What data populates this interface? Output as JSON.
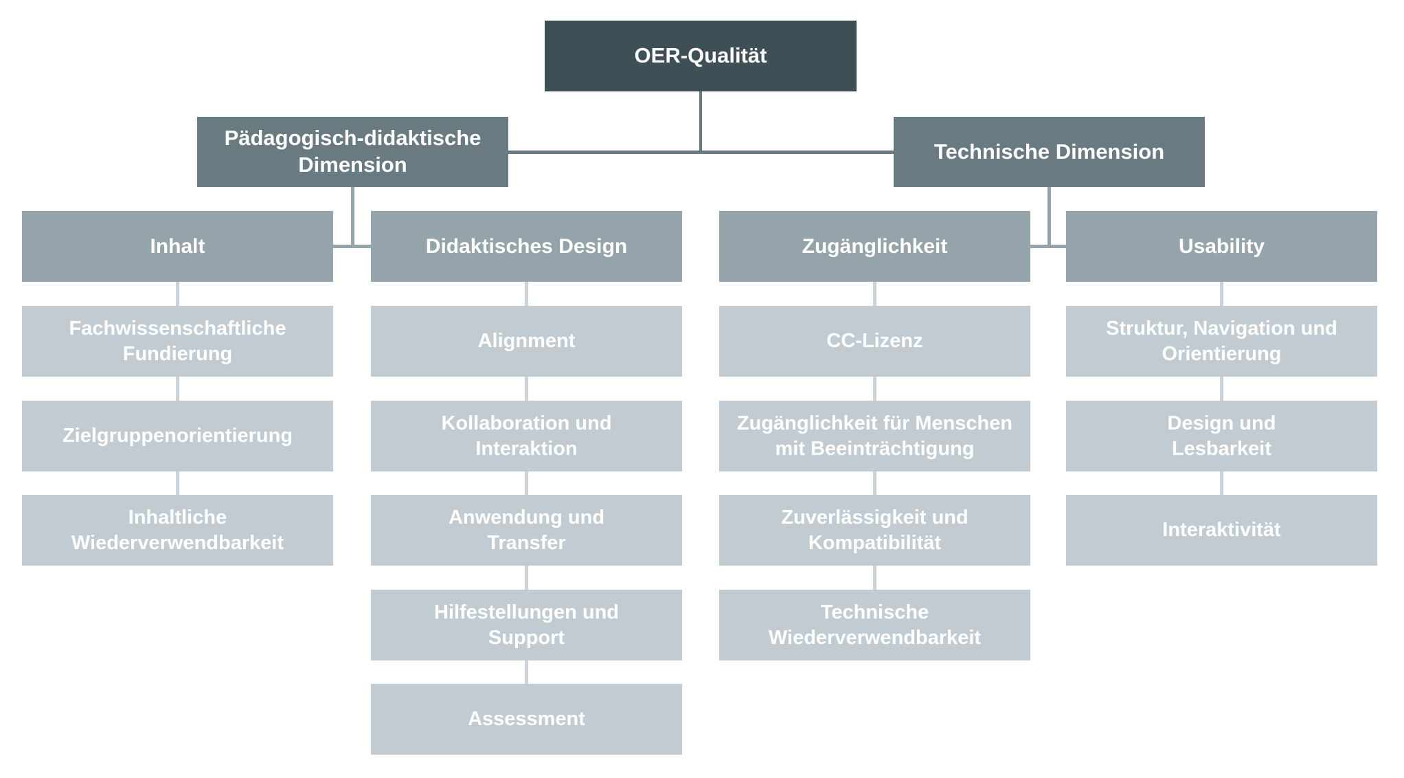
{
  "diagram_title": "OER-Qualität",
  "colors": {
    "root_box": "#3E4F55",
    "dimension_box": "#697A81",
    "category_box": "#95A3AB",
    "criterion_box": "#C2CBD2",
    "connector_dark": "#697A81",
    "connector_medium": "#95A3AB",
    "connector_light": "#CCD4DA",
    "text": "#FFFFFF",
    "background": "#FFFFFF"
  },
  "tree": {
    "root": "OER-Qualität",
    "branches": [
      {
        "label": "Pädagogisch-didaktische\nDimension",
        "columns": [
          {
            "header": "Inhalt",
            "items": [
              "Fachwissenschaftliche\nFundierung",
              "Zielgruppenorientierung",
              "Inhaltliche\nWiederverwendbarkeit"
            ]
          },
          {
            "header": "Didaktisches Design",
            "items": [
              "Alignment",
              "Kollaboration und\nInteraktion",
              "Anwendung und\nTransfer",
              "Hilfestellungen und\nSupport",
              "Assessment"
            ]
          }
        ]
      },
      {
        "label": "Technische Dimension",
        "columns": [
          {
            "header": "Zugänglichkeit",
            "items": [
              "CC-Lizenz",
              "Zugänglichkeit für Menschen\nmit Beeinträchtigung",
              "Zuverlässigkeit und\nKompatibilität",
              "Technische\nWiederverwendbarkeit"
            ]
          },
          {
            "header": "Usability",
            "items": [
              "Struktur, Navigation und\nOrientierung",
              "Design und\nLesbarkeit",
              "Interaktivität"
            ]
          }
        ]
      }
    ]
  }
}
